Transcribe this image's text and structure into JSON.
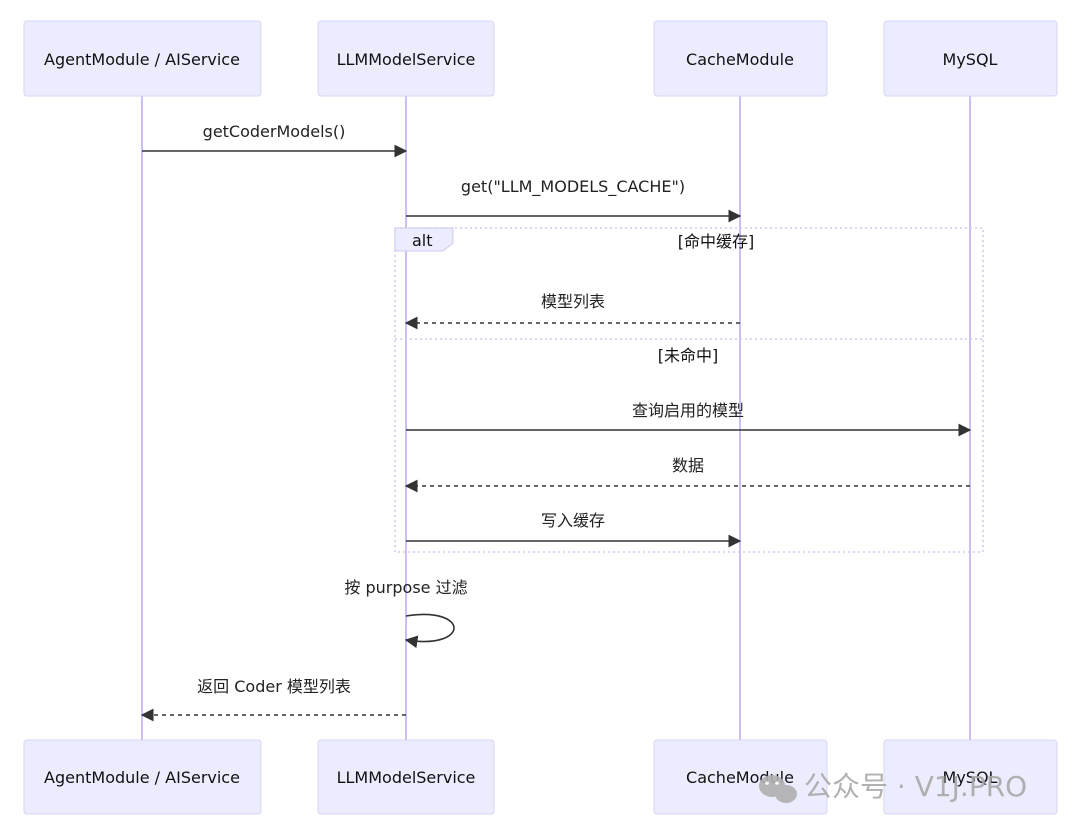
{
  "participants": [
    {
      "id": "agent",
      "label": "AgentModule / AIService"
    },
    {
      "id": "llm",
      "label": "LLMModelService"
    },
    {
      "id": "cache",
      "label": "CacheModule"
    },
    {
      "id": "mysql",
      "label": "MySQL"
    }
  ],
  "messages": [
    {
      "label": "getCoderModels()"
    },
    {
      "label": "get(\"LLM_MODELS_CACHE\")"
    },
    {
      "label": "模型列表"
    },
    {
      "label": "查询启用的模型"
    },
    {
      "label": "数据"
    },
    {
      "label": "写入缓存"
    },
    {
      "label": "按 purpose 过滤"
    },
    {
      "label": "返回 Coder 模型列表"
    }
  ],
  "alt_frame": {
    "label": "alt",
    "condition_1": "[命中缓存]",
    "condition_2": "[未命中]"
  },
  "watermark": {
    "text": "公众号 · V1J.PRO"
  }
}
